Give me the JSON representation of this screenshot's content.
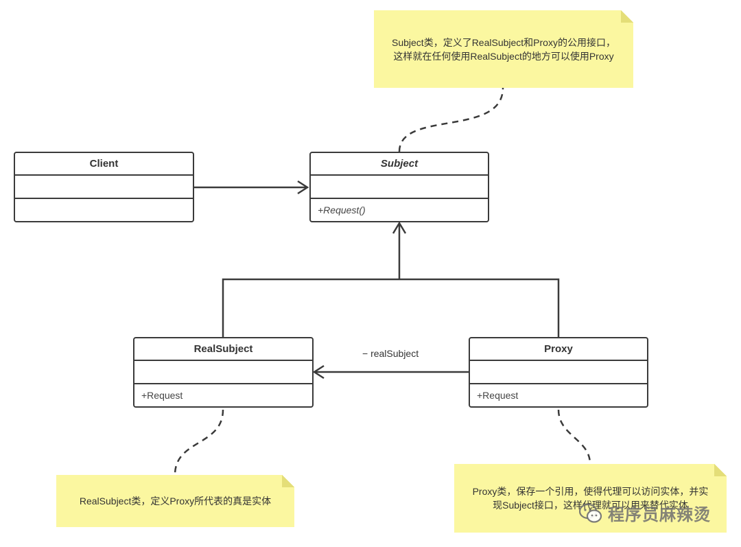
{
  "classes": {
    "client": {
      "name": "Client",
      "operation": ""
    },
    "subject": {
      "name": "Subject",
      "operation": "+Request()"
    },
    "real_subject": {
      "name": "RealSubject",
      "operation": "+Request"
    },
    "proxy": {
      "name": "Proxy",
      "operation": "+Request"
    }
  },
  "association_label": "− realSubject",
  "notes": {
    "subject_line1": "Subject类，定义了RealSubject和Proxy的公用接口，",
    "subject_line2": "这样就在任何使用RealSubject的地方可以使用Proxy",
    "real_subject": "RealSubject类，定义Proxy所代表的真是实体",
    "proxy_line1": "Proxy类，保存一个引用，使得代理可以访问实体，并实",
    "proxy_line2": "现Subject接口，这样代理就可以用来替代实体"
  },
  "watermark": {
    "text": "程序员麻辣烫",
    "icon": "wechat-icon"
  },
  "colors": {
    "note_fill": "#fbf7a0",
    "line": "#3a3a3a"
  }
}
